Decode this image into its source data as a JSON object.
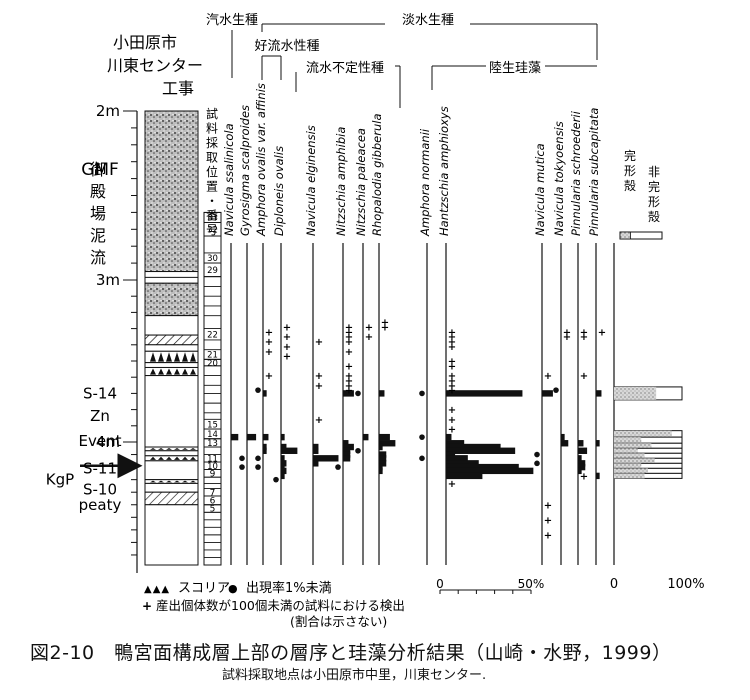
{
  "caption": "図2-10　鴨宮面構成層上部の層序と珪藻分析結果（山崎・水野，1999）",
  "subcaption": "試料採取地点は小田原市中里，川東センター.",
  "site": [
    "小田原市",
    "川東センター",
    "工事"
  ],
  "column_header": "試料採取位置・番号",
  "groups": {
    "brackish": "汽水生種",
    "freshwater": "淡水生種",
    "flowing": "好流水性種",
    "indifferent": "流水不定性種",
    "terrestrial": "陸生珪藻"
  },
  "preservation_header": [
    "完形殻",
    "非完形殻"
  ],
  "legend": {
    "scoria": "スコリア",
    "lt1": "出現率1%未満",
    "lt100": "産出個体数が100個未満の試料における検出",
    "lt100_note": "(割合は示さない)",
    "scoria_symbol": "▲▲▲",
    "dot_symbol": "●",
    "plus_symbol": "+"
  },
  "colors": {
    "ink": "#111111",
    "gray": "#9a9a9a"
  },
  "chart_data": {
    "type": "bar",
    "depth_labels": [
      {
        "label": "2m",
        "depth": 2.0
      },
      {
        "label": "3m",
        "depth": 3.0
      },
      {
        "label": "4m",
        "depth": 4.0
      }
    ],
    "layer_labels": [
      {
        "label": "GMF",
        "depth": 2.35
      },
      {
        "label": "御殿場泥流",
        "depth": 2.55,
        "vertical": true
      },
      {
        "label": "S-14",
        "depth": 3.7
      },
      {
        "label": "Zn",
        "depth": 3.84
      },
      {
        "label": "Event",
        "depth": 4.11,
        "arrow": true
      },
      {
        "label": "S-11",
        "depth": 4.21
      },
      {
        "label": "KgP",
        "depth": 4.3
      },
      {
        "label": "S-10",
        "depth": 4.38
      },
      {
        "label": "peaty",
        "depth": 4.5
      }
    ],
    "strata": [
      {
        "top": 2.0,
        "bottom": 2.95,
        "type": "gmf"
      },
      {
        "top": 2.95,
        "bottom": 3.02,
        "type": "lines"
      },
      {
        "top": 3.02,
        "bottom": 3.22,
        "type": "gmf"
      },
      {
        "top": 3.22,
        "bottom": 3.34,
        "type": "plain"
      },
      {
        "top": 3.34,
        "bottom": 3.4,
        "type": "hatch"
      },
      {
        "top": 3.4,
        "bottom": 3.44,
        "type": "plain"
      },
      {
        "top": 3.44,
        "bottom": 3.51,
        "type": "scoria"
      },
      {
        "top": 3.51,
        "bottom": 3.54,
        "type": "plain"
      },
      {
        "top": 3.54,
        "bottom": 3.59,
        "type": "scoria"
      },
      {
        "top": 3.59,
        "bottom": 4.04,
        "type": "plain"
      },
      {
        "top": 4.04,
        "bottom": 4.07,
        "type": "scoria"
      },
      {
        "top": 4.07,
        "bottom": 4.11,
        "type": "plain"
      },
      {
        "top": 4.11,
        "bottom": 4.15,
        "type": "scoria"
      },
      {
        "top": 4.15,
        "bottom": 4.3,
        "type": "plain"
      },
      {
        "top": 4.3,
        "bottom": 4.33,
        "type": "scoria"
      },
      {
        "top": 4.33,
        "bottom": 4.4,
        "type": "plain"
      },
      {
        "top": 4.4,
        "bottom": 4.5,
        "type": "hatch"
      },
      {
        "top": 4.5,
        "bottom": 4.98,
        "type": "plain"
      }
    ],
    "samples": [
      {
        "label": "33",
        "top": 2.6,
        "bottom": 2.66
      },
      {
        "label": "32",
        "top": 2.66,
        "bottom": 2.74
      },
      {
        "label": "30",
        "top": 2.84,
        "bottom": 2.9
      },
      {
        "label": "29",
        "top": 2.9,
        "bottom": 2.98
      },
      {
        "label": "22",
        "top": 3.3,
        "bottom": 3.37
      },
      {
        "label": "21",
        "top": 3.43,
        "bottom": 3.49
      },
      {
        "label": "20",
        "top": 3.49,
        "bottom": 3.53
      },
      {
        "label": "15",
        "top": 3.86,
        "bottom": 3.92
      },
      {
        "label": "14",
        "top": 3.92,
        "bottom": 3.98
      },
      {
        "label": "13",
        "top": 3.98,
        "bottom": 4.04
      },
      {
        "label": "11",
        "top": 4.1,
        "bottom": 4.16
      },
      {
        "label": "10",
        "top": 4.16,
        "bottom": 4.22
      },
      {
        "label": "9",
        "top": 4.22,
        "bottom": 4.28
      },
      {
        "label": "7",
        "top": 4.37,
        "bottom": 4.43
      },
      {
        "label": "6",
        "top": 4.43,
        "bottom": 4.5
      },
      {
        "label": "5",
        "top": 4.5,
        "bottom": 4.56
      }
    ],
    "sample_column_range": [
      2.6,
      4.98
    ],
    "blank_samples": [
      [
        2.74,
        2.84
      ],
      [
        2.98,
        3.04
      ],
      [
        3.04,
        3.1
      ],
      [
        3.1,
        3.16
      ],
      [
        3.16,
        3.22
      ],
      [
        3.22,
        3.28
      ],
      [
        3.53,
        3.59
      ],
      [
        3.59,
        3.65
      ],
      [
        3.65,
        3.7
      ],
      [
        3.7,
        3.76
      ],
      [
        3.76,
        3.82
      ],
      [
        3.82,
        3.86
      ],
      [
        4.04,
        4.1
      ],
      [
        4.28,
        4.33
      ],
      [
        4.33,
        4.37
      ],
      [
        4.56,
        4.62
      ],
      [
        4.62,
        4.68
      ],
      [
        4.68,
        4.74
      ],
      [
        4.74,
        4.8
      ],
      [
        4.8,
        4.86
      ],
      [
        4.86,
        4.92
      ],
      [
        4.92,
        4.98
      ]
    ],
    "pct_scale_label": [
      "0",
      "50%"
    ],
    "preservation_scale_label": [
      "0",
      "100%"
    ],
    "species": [
      {
        "name": "Navicula ssalinicola",
        "group": "brackish",
        "bars": [
          {
            "depth": 3.97,
            "value": 4
          }
        ],
        "dots": [],
        "plus": []
      },
      {
        "name": "Gyrosigma scalproides",
        "group": "brackish",
        "bars": [
          {
            "depth": 3.97,
            "value": 5
          }
        ],
        "dots": [
          4.13,
          4.2
        ],
        "plus": []
      },
      {
        "name": "Amphora ovalis var. affinis",
        "group": "flowing",
        "bars": [
          {
            "depth": 3.7,
            "value": 2
          },
          {
            "depth": 3.97,
            "value": 3
          },
          {
            "depth": 4.04,
            "value": 2
          },
          {
            "depth": 4.07,
            "value": 2
          }
        ],
        "dots": [
          3.68,
          4.13,
          4.2
        ],
        "plus": [
          3.32,
          3.38,
          3.44,
          3.59
        ]
      },
      {
        "name": "Diploneis ovalis",
        "group": "flowing",
        "bars": [
          {
            "depth": 3.97,
            "value": 2
          },
          {
            "depth": 4.04,
            "value": 3
          },
          {
            "depth": 4.07,
            "value": 9
          },
          {
            "depth": 4.13,
            "value": 2
          },
          {
            "depth": 4.17,
            "value": 3
          },
          {
            "depth": 4.2,
            "value": 2
          },
          {
            "depth": 4.23,
            "value": 3
          },
          {
            "depth": 4.27,
            "value": 2
          }
        ],
        "dots": [
          4.3
        ],
        "plus": [
          3.29,
          3.35,
          3.41,
          3.47
        ]
      },
      {
        "name": "Navicula elginensis",
        "group": "indifferent",
        "bars": [
          {
            "depth": 4.04,
            "value": 3
          },
          {
            "depth": 4.07,
            "value": 3
          },
          {
            "depth": 4.13,
            "value": 14
          },
          {
            "depth": 4.17,
            "value": 3
          }
        ],
        "dots": [],
        "plus": [
          3.38,
          3.59,
          3.65,
          3.86
        ]
      },
      {
        "name": "Nitzschia amphibia",
        "group": "indifferent",
        "bars": [
          {
            "depth": 3.7,
            "value": 6
          },
          {
            "depth": 4.01,
            "value": 3
          },
          {
            "depth": 4.04,
            "value": 6
          },
          {
            "depth": 4.07,
            "value": 4
          },
          {
            "depth": 4.1,
            "value": 4
          },
          {
            "depth": 4.13,
            "value": 4
          }
        ],
        "dots": [
          4.2
        ],
        "plus": [
          3.29,
          3.32,
          3.35,
          3.38,
          3.44,
          3.53,
          3.59,
          3.62,
          3.65,
          3.68
        ]
      },
      {
        "name": "Nitzschia paleacea",
        "group": "indifferent",
        "bars": [
          {
            "depth": 3.97,
            "value": 3
          }
        ],
        "dots": [
          3.7,
          4.07
        ],
        "plus": [
          3.29,
          3.35
        ]
      },
      {
        "name": "Rhopalodia gibberula",
        "group": "indifferent",
        "bars": [
          {
            "depth": 3.7,
            "value": 3
          },
          {
            "depth": 3.97,
            "value": 6
          },
          {
            "depth": 4.01,
            "value": 9
          },
          {
            "depth": 4.04,
            "value": 2
          },
          {
            "depth": 4.1,
            "value": 4
          },
          {
            "depth": 4.13,
            "value": 4
          },
          {
            "depth": 4.17,
            "value": 4
          },
          {
            "depth": 4.2,
            "value": 2
          },
          {
            "depth": 4.23,
            "value": 2
          }
        ],
        "dots": [],
        "plus": [
          3.26,
          3.29
        ]
      },
      {
        "name": "Amphora normanii",
        "group": "terrestrial",
        "bars": [],
        "dots": [
          3.7,
          3.97,
          4.13
        ],
        "plus": []
      },
      {
        "name": "Hantzschia amphioxys",
        "group": "terrestrial",
        "bars": [
          {
            "depth": 3.7,
            "value": 42
          },
          {
            "depth": 3.97,
            "value": 3
          },
          {
            "depth": 4.01,
            "value": 10
          },
          {
            "depth": 4.04,
            "value": 30
          },
          {
            "depth": 4.07,
            "value": 38
          },
          {
            "depth": 4.1,
            "value": 5
          },
          {
            "depth": 4.13,
            "value": 12
          },
          {
            "depth": 4.17,
            "value": 18
          },
          {
            "depth": 4.2,
            "value": 40
          },
          {
            "depth": 4.23,
            "value": 48
          },
          {
            "depth": 4.27,
            "value": 20
          }
        ],
        "dots": [],
        "plus": [
          3.32,
          3.35,
          3.38,
          3.41,
          3.5,
          3.53,
          3.59,
          3.62,
          3.65,
          3.68,
          3.8,
          3.86,
          3.92,
          4.33
        ]
      },
      {
        "name": "Navicula mutica",
        "group": "terrestrial",
        "bars": [
          {
            "depth": 3.7,
            "value": 6
          }
        ],
        "dots": [
          4.1,
          4.17
        ],
        "plus": [
          3.59,
          4.5,
          4.62,
          4.74
        ]
      },
      {
        "name": "Navicula tokyoensis",
        "group": "terrestrial",
        "bars": [
          {
            "depth": 3.97,
            "value": 2
          },
          {
            "depth": 4.01,
            "value": 4
          }
        ],
        "dots": [
          3.68
        ],
        "plus": [
          3.32,
          3.35
        ]
      },
      {
        "name": "Pinnularia schroederii",
        "group": "terrestrial",
        "bars": [
          {
            "depth": 4.01,
            "value": 3
          },
          {
            "depth": 4.07,
            "value": 5
          },
          {
            "depth": 4.13,
            "value": 2
          },
          {
            "depth": 4.17,
            "value": 4
          },
          {
            "depth": 4.2,
            "value": 4
          },
          {
            "depth": 4.23,
            "value": 2
          }
        ],
        "dots": [],
        "plus": [
          3.32,
          3.35,
          3.59,
          4.27
        ]
      },
      {
        "name": "Pinnularia subcapitata",
        "group": "terrestrial",
        "bars": [
          {
            "depth": 3.7,
            "value": 3
          },
          {
            "depth": 4.01,
            "value": 2
          },
          {
            "depth": 4.27,
            "value": 2
          }
        ],
        "dots": [],
        "plus": [
          3.32
        ]
      }
    ],
    "preservation": [
      {
        "top": 3.66,
        "bottom": 3.74,
        "complete_pct": 62
      },
      {
        "top": 3.93,
        "bottom": 3.97,
        "complete_pct": 85
      },
      {
        "top": 3.97,
        "bottom": 4.01,
        "complete_pct": 40
      },
      {
        "top": 4.01,
        "bottom": 4.05,
        "complete_pct": 55
      },
      {
        "top": 4.05,
        "bottom": 4.09,
        "complete_pct": 35
      },
      {
        "top": 4.09,
        "bottom": 4.13,
        "complete_pct": 45
      },
      {
        "top": 4.13,
        "bottom": 4.17,
        "complete_pct": 60
      },
      {
        "top": 4.17,
        "bottom": 4.21,
        "complete_pct": 40
      },
      {
        "top": 4.21,
        "bottom": 4.25,
        "complete_pct": 50
      },
      {
        "top": 4.25,
        "bottom": 4.29,
        "complete_pct": 45
      }
    ],
    "preservation_header_complete_pct": 25
  }
}
